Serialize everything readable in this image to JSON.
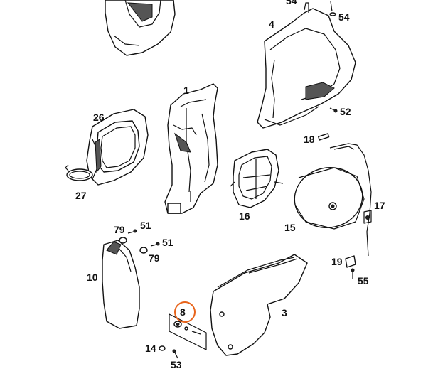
{
  "highlight_color": "#e8641b",
  "highlighted_label": "8",
  "labels": {
    "l54a": "54",
    "l54b": "54",
    "l4": "4",
    "l1": "1",
    "l52": "52",
    "l26": "26",
    "l18": "18",
    "l27": "27",
    "l17": "17",
    "l16": "16",
    "l15": "15",
    "l79a": "79",
    "l51a": "51",
    "l51b": "51",
    "l79b": "79",
    "l10": "10",
    "l19": "19",
    "l55": "55",
    "l8": "8",
    "l3": "3",
    "l14": "14",
    "l53": "53"
  }
}
